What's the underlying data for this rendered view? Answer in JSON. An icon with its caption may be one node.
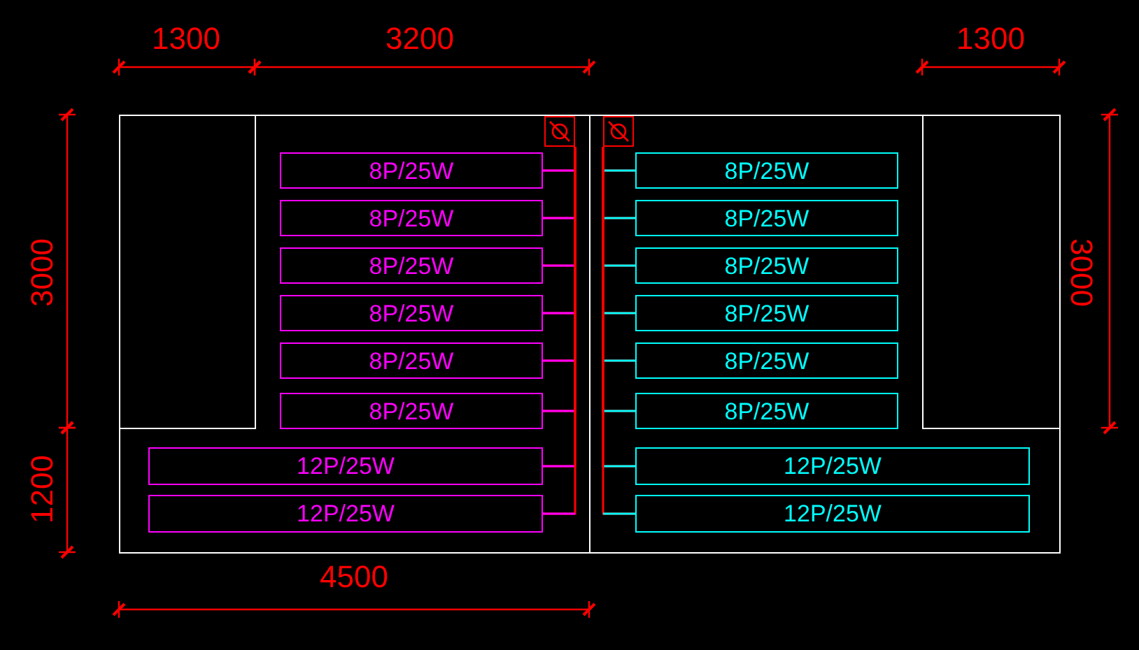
{
  "diagram": {
    "nodes": [
      {
        "text": [],
        "shape": "box"
      },
      {
        "text": [],
        "shape": "box"
      },
      {
        "text": [
          "8P/25W"
        ]
      },
      {
        "text": [
          "8P/25W"
        ]
      },
      {
        "text": [
          "8P/25W"
        ]
      },
      {
        "text": [
          "8P/25W"
        ]
      },
      {
        "text": [
          "8P/25W"
        ]
      },
      {
        "text": [
          "8P/25W"
        ]
      },
      {
        "text": [
          "8P/25W"
        ]
      },
      {
        "text": [
          "8P/25W"
        ]
      },
      {
        "text": [
          "8P/25W"
        ]
      },
      {
        "text": [
          "8P/25W"
        ]
      },
      {
        "text": [
          "8P/25W"
        ]
      },
      {
        "text": [
          "8P/25W"
        ]
      },
      {
        "text": [
          "12P/25W"
        ]
      },
      {
        "text": [
          "12P/25W"
        ]
      },
      {
        "text": [
          "12P/25W"
        ]
      },
      {
        "text": [
          "12P/25W"
        ]
      }
    ],
    "edges": [
      {
        "from": 0,
        "to": 2,
        "arrow": "none"
      },
      {
        "from": 1,
        "to": 3,
        "arrow": "none"
      },
      {
        "from": 0,
        "to": 4,
        "arrow": "none"
      },
      {
        "from": 1,
        "to": 5,
        "arrow": "none"
      },
      {
        "from": 0,
        "to": 6,
        "arrow": "none"
      },
      {
        "from": 1,
        "to": 7,
        "arrow": "none"
      },
      {
        "from": 0,
        "to": 8,
        "arrow": "none"
      },
      {
        "from": 1,
        "to": 9,
        "arrow": "none"
      },
      {
        "from": 0,
        "to": 10,
        "arrow": "none"
      },
      {
        "from": 1,
        "to": 11,
        "arrow": "none"
      },
      {
        "from": 0,
        "to": 12,
        "arrow": "none"
      },
      {
        "from": 1,
        "to": 13,
        "arrow": "none"
      },
      {
        "from": 0,
        "to": 14,
        "arrow": "none"
      },
      {
        "from": 1,
        "to": 15,
        "arrow": "none"
      },
      {
        "from": 0,
        "to": 16,
        "arrow": "none"
      },
      {
        "from": 1,
        "to": 17,
        "arrow": "none"
      }
    ],
    "labels": [
      "1300",
      "3200",
      "1300",
      "3000",
      "3000",
      "1200",
      "4500"
    ]
  }
}
